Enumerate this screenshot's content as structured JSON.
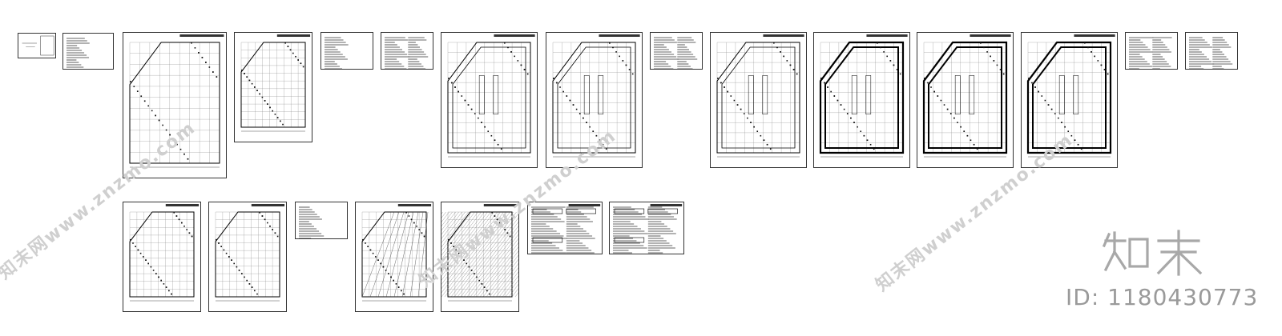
{
  "sheets": [
    {
      "tag": "",
      "style": "cover"
    },
    {
      "tag": "",
      "style": "notes"
    },
    {
      "tag": "",
      "style": "plan-poly-notes"
    },
    {
      "tag": "",
      "style": "plan-grid-poly"
    },
    {
      "tag": "",
      "style": "notes-small"
    },
    {
      "tag": "",
      "style": "table-small"
    },
    {
      "tag": "",
      "style": "plan-heavy"
    },
    {
      "tag": "",
      "style": "plan-heavy"
    },
    {
      "tag": "",
      "style": "table"
    },
    {
      "tag": "",
      "style": "plan-heavy"
    },
    {
      "tag": "",
      "style": "plan-dense"
    },
    {
      "tag": "",
      "style": "plan-dense"
    },
    {
      "tag": "",
      "style": "plan-dense"
    },
    {
      "tag": "",
      "style": "details-small"
    },
    {
      "tag": "",
      "style": "details-small"
    },
    {
      "tag": "",
      "style": "plan-grid"
    },
    {
      "tag": "",
      "style": "plan-grid-poly"
    },
    {
      "tag": "",
      "style": "notes-small"
    },
    {
      "tag": "",
      "style": "plan-grid-diag"
    },
    {
      "tag": "",
      "style": "plan-hatched"
    },
    {
      "tag": "",
      "style": "beam-details"
    },
    {
      "tag": "",
      "style": "beam-details"
    }
  ],
  "watermark": {
    "text": "知末网www.znzmo.com",
    "color": "#cfcfcf"
  },
  "brand": {
    "logo_text": "知末",
    "id_text": "ID: 1180430773",
    "color": "#9a9a9a"
  }
}
